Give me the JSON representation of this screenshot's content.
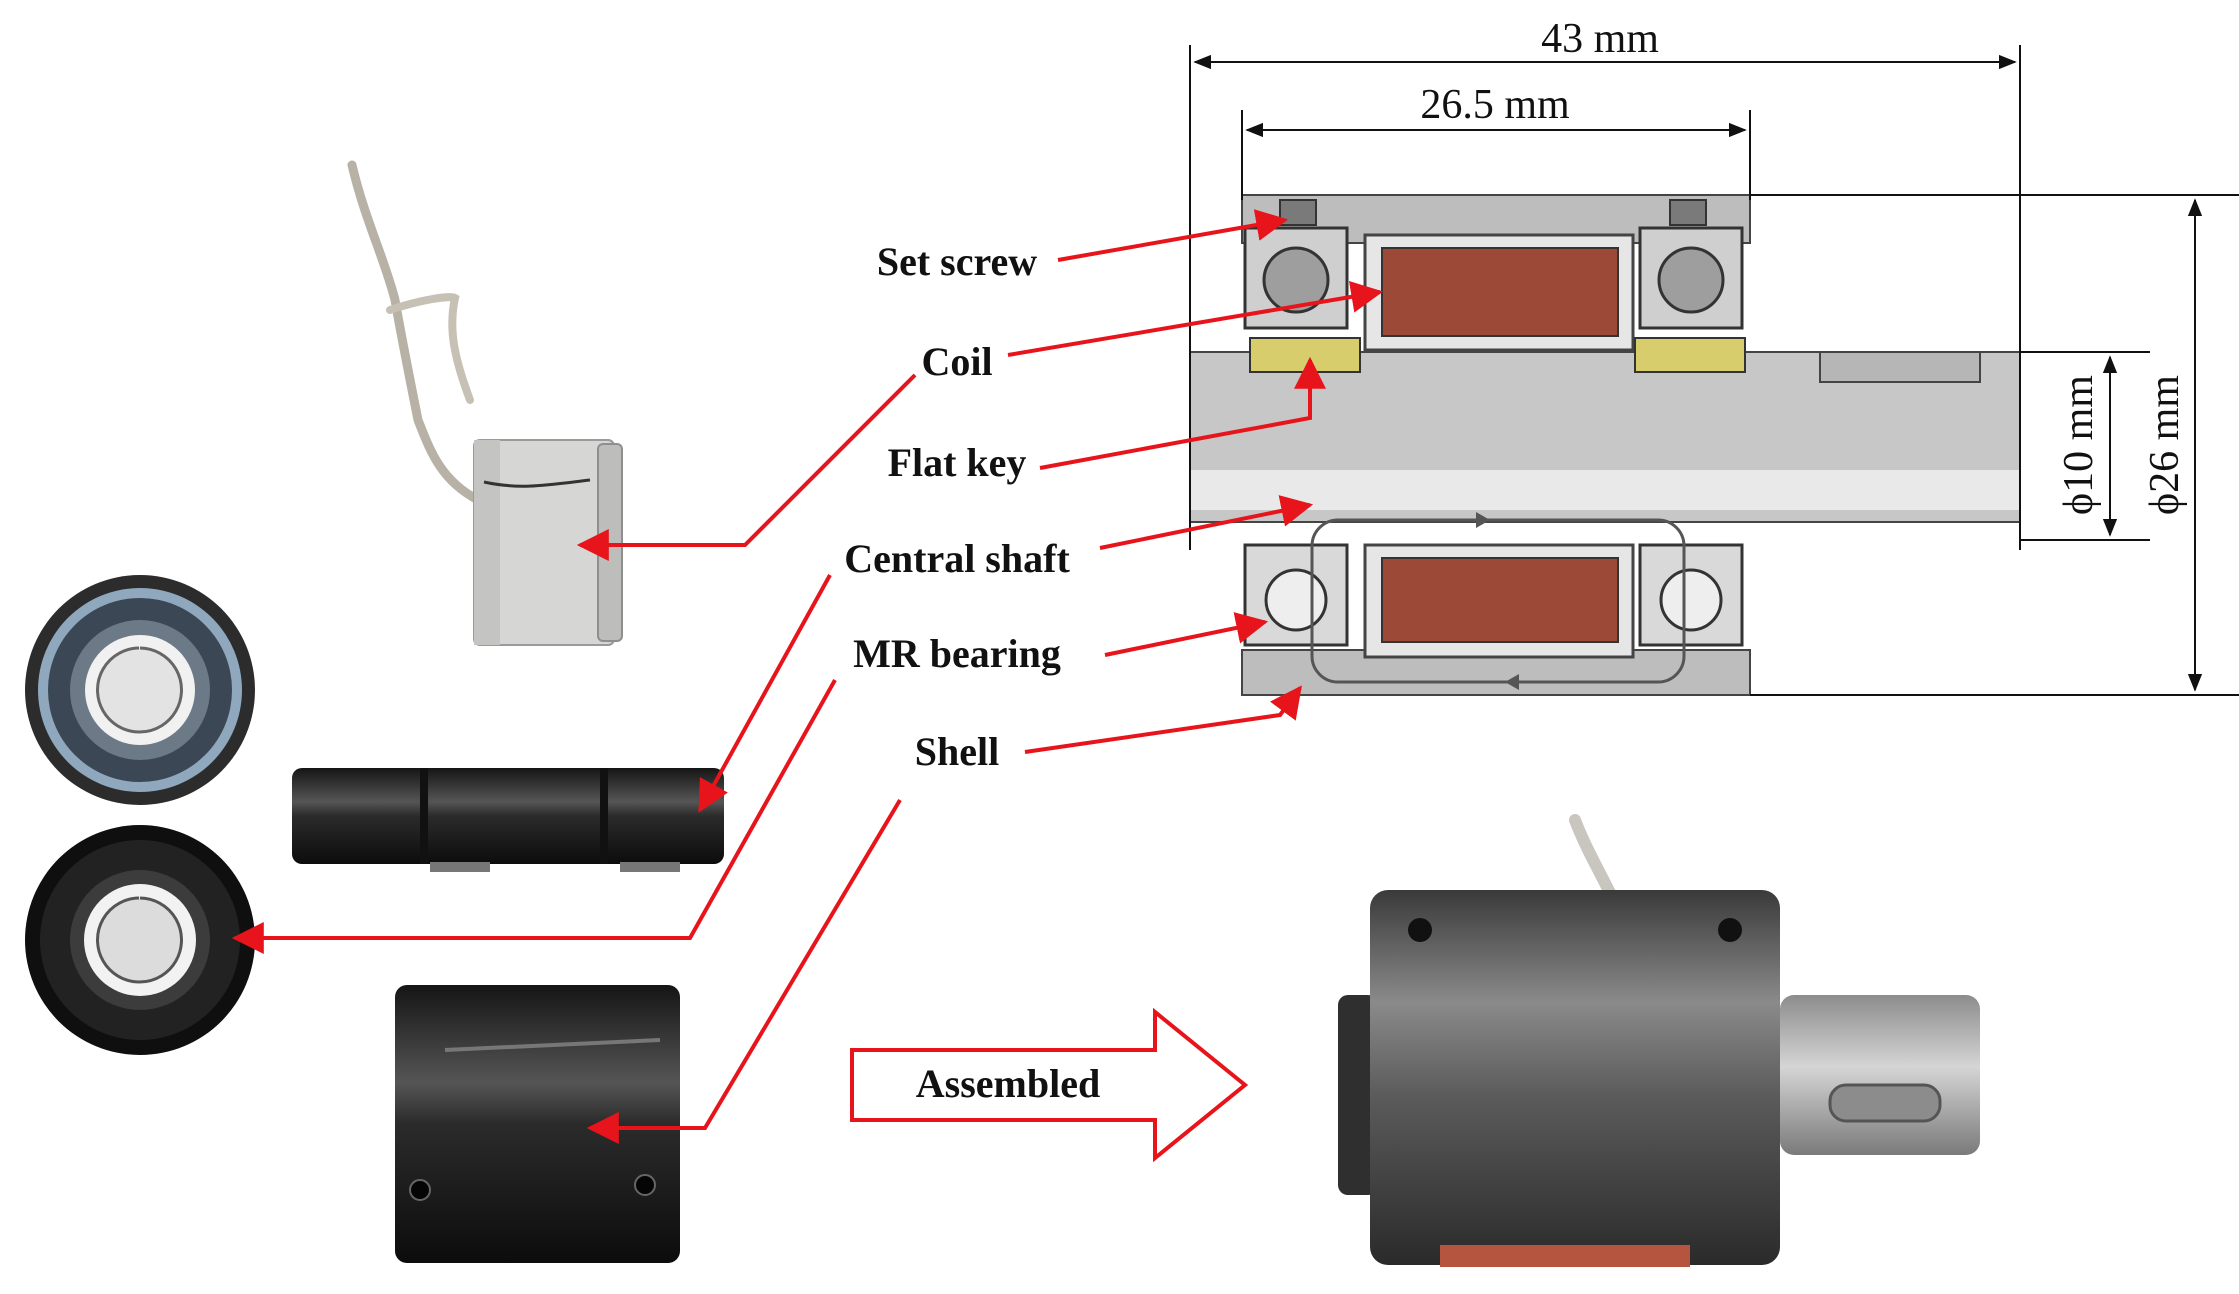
{
  "labels": {
    "set_screw": "Set screw",
    "coil": "Coil",
    "flat_key": "Flat key",
    "central_shaft": "Central shaft",
    "mr_bearing": "MR bearing",
    "shell": "Shell",
    "assembled": "Assembled"
  },
  "dimensions": {
    "overall_length": "43 mm",
    "inner_length": "26.5 mm",
    "shaft_diameter": "ϕ10 mm",
    "outer_diameter": "ϕ26 mm"
  },
  "colors": {
    "callout_arrow": "#e8141b",
    "coil": "#9c4a37",
    "flat_key": "#d8cd6c",
    "section_gray": "#bdbdbd",
    "dimension_line": "#111111"
  },
  "icons": {
    "assembled_arrow": "right-arrow-outline"
  }
}
